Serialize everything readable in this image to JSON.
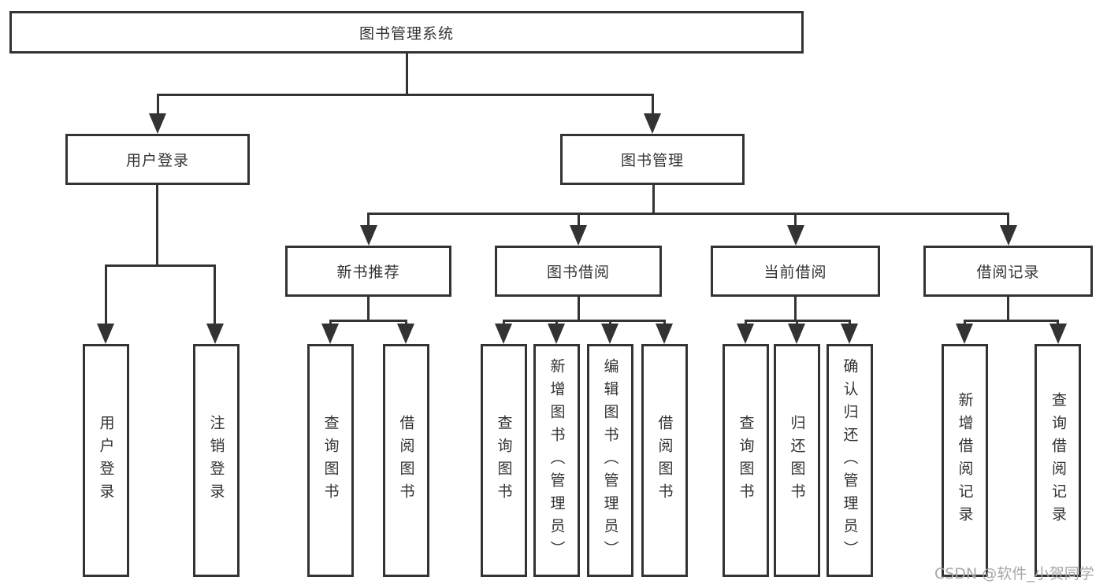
{
  "diagram_type": "function-structure-tree",
  "colors": {
    "line": "#333333",
    "box_border": "#333333",
    "text": "#333333",
    "background": "#ffffff",
    "watermark": "#a8a8a8"
  },
  "tree": {
    "label": "图书管理系统",
    "children": [
      {
        "label": "用户登录",
        "children": [
          {
            "label": "用户登录"
          },
          {
            "label": "注销登录"
          }
        ]
      },
      {
        "label": "图书管理",
        "children": [
          {
            "label": "新书推荐",
            "children": [
              {
                "label": "查询图书"
              },
              {
                "label": "借阅图书"
              }
            ]
          },
          {
            "label": "图书借阅",
            "children": [
              {
                "label": "查询图书"
              },
              {
                "label": "新增图书（管理员）"
              },
              {
                "label": "编辑图书（管理员）"
              },
              {
                "label": "借阅图书"
              }
            ]
          },
          {
            "label": "当前借阅",
            "children": [
              {
                "label": "查询图书"
              },
              {
                "label": "归还图书"
              },
              {
                "label": "确认归还（管理员）"
              }
            ]
          },
          {
            "label": "借阅记录",
            "children": [
              {
                "label": "新增借阅记录"
              },
              {
                "label": "查询借阅记录"
              }
            ]
          }
        ]
      }
    ]
  },
  "watermark": {
    "text": "CSDN @软件_小贺同学"
  }
}
